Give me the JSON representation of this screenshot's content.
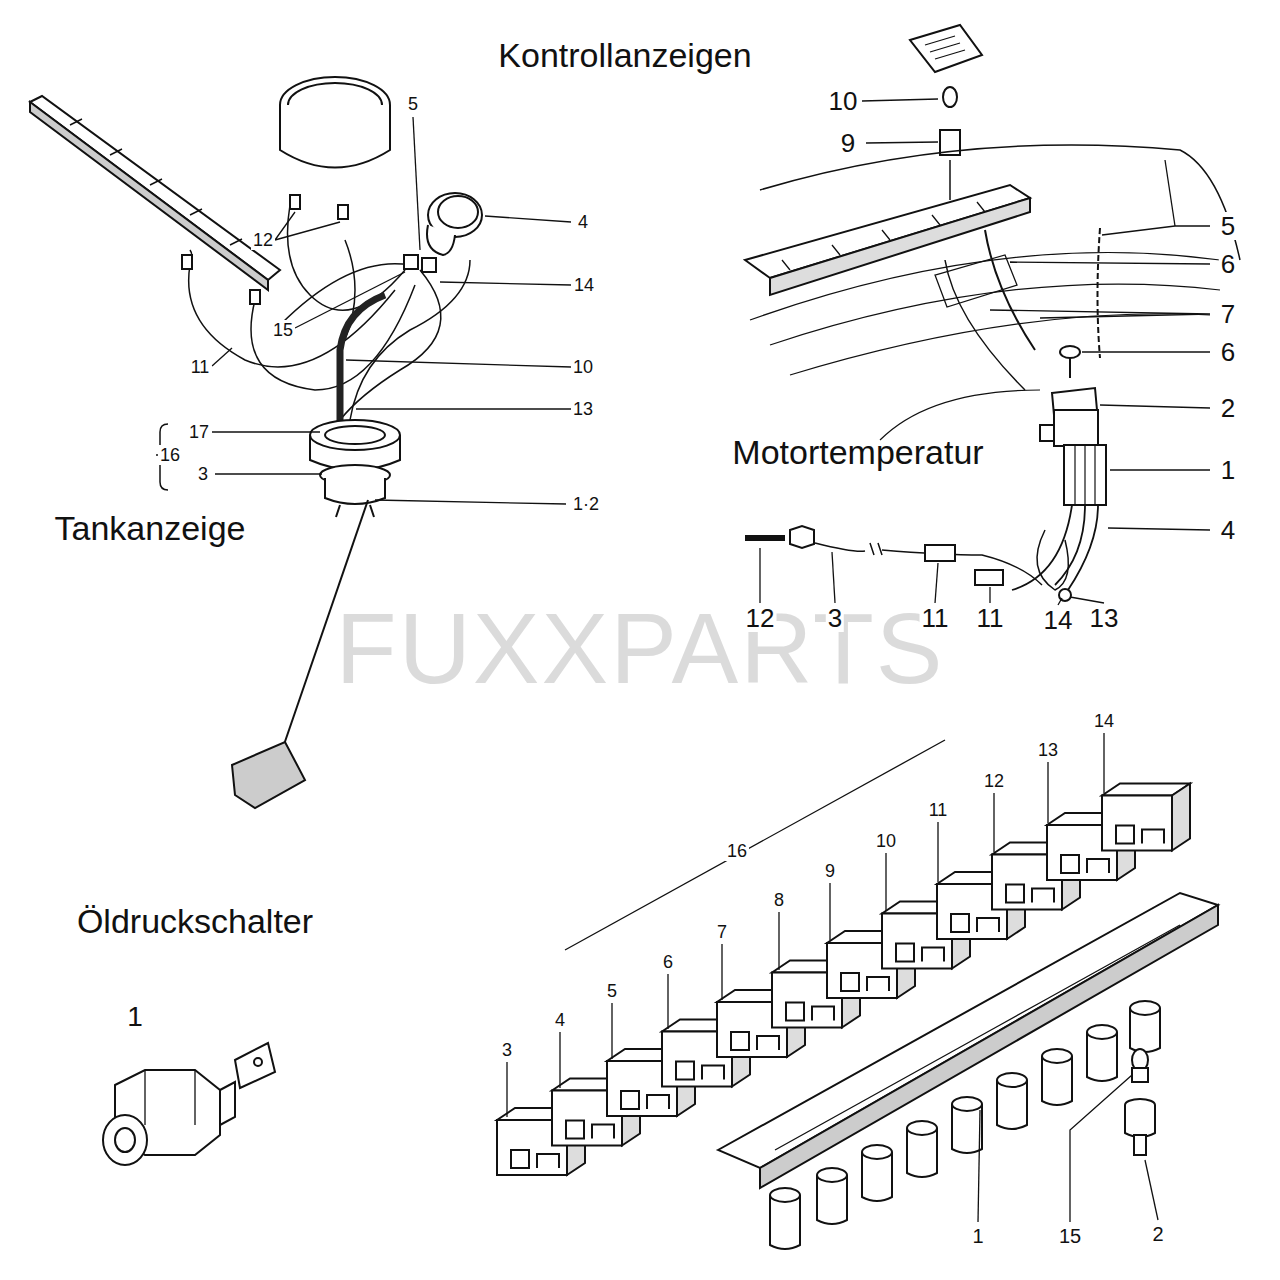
{
  "diagram": {
    "labels": [
      "Kontrollanzeigen",
      "Tankanzeige",
      "Motortemperatur",
      "Öldruckschalter",
      "FUXXPARTS",
      "5",
      "4",
      "12",
      "14",
      "15",
      "11",
      "10",
      "13",
      "17",
      "16",
      "3",
      "1·2",
      "10",
      "9",
      "5",
      "6",
      "7",
      "6",
      "2",
      "1",
      "4",
      "12",
      "3",
      "11",
      "11",
      "14",
      "13",
      "1",
      "16",
      "3",
      "4",
      "5",
      "6",
      "7",
      "8",
      "9",
      "10",
      "11",
      "12",
      "13",
      "14",
      "1",
      "15",
      "2"
    ]
  }
}
